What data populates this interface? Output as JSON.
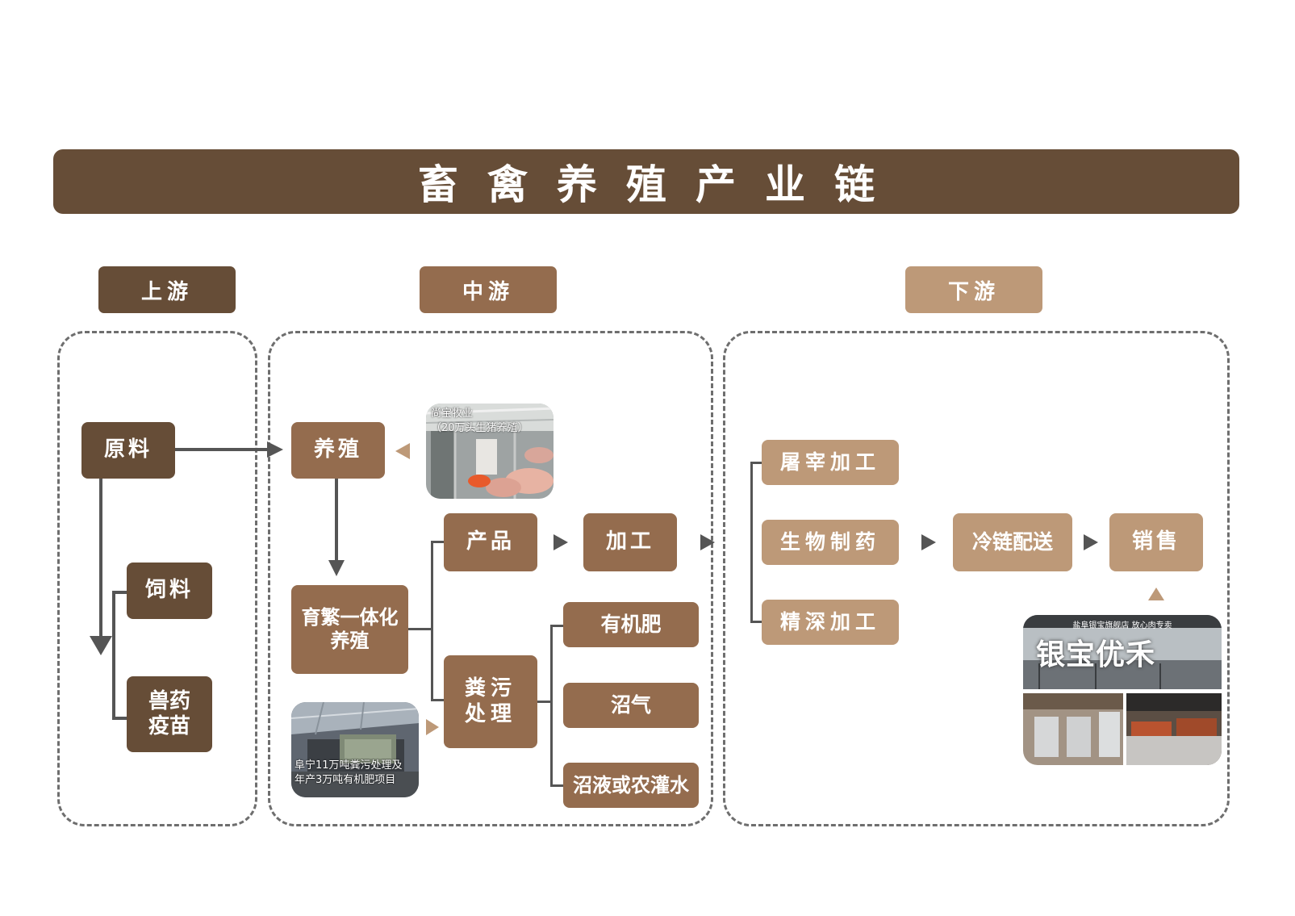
{
  "title": "畜禽养殖产业链",
  "stages": {
    "upstream": "上游",
    "midstream": "中游",
    "downstream": "下游"
  },
  "upstream": {
    "raw": "原料",
    "feed": "饲料",
    "vaccine": "兽药\n疫苗"
  },
  "midstream": {
    "breeding": "养殖",
    "integrated": "育繁一体化\n养殖",
    "product": "产品",
    "processing": "加工",
    "manure": "粪污\n处理",
    "fertilizer": "有机肥",
    "biogas": "沼气",
    "liquid": "沼液或农灌水",
    "photo_farm_caption": "尚宝牧业\n（20万头生猪养殖）",
    "photo_plant_caption": "阜宁11万吨粪污处理及\n年产3万吨有机肥项目"
  },
  "downstream": {
    "slaughter": "屠宰加工",
    "biopharma": "生物制药",
    "deep": "精深加工",
    "coldchain": "冷链配送",
    "sales": "销售",
    "store_sign": "盐阜银宝旗舰店  放心肉专卖",
    "store_name": "银宝优禾"
  },
  "colors": {
    "dark": "#664d37",
    "mid": "#946c4e",
    "light": "#bd9978",
    "line": "#555555"
  }
}
